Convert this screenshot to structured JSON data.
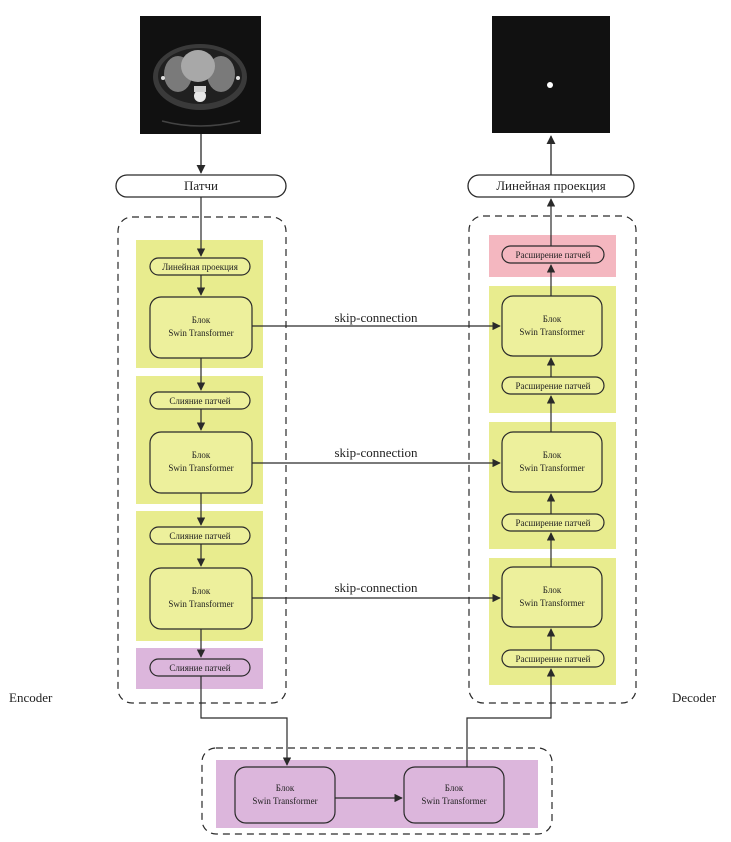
{
  "colors": {
    "stage_yellow": "#e8ec8e",
    "stage_purple": "#dcb6dc",
    "stage_pink": "#f4b7c0",
    "node_fill_yellow": "#edf09c",
    "node_fill_purple": "#dcb6dc",
    "node_fill_pink": "#f4b7c0",
    "stroke": "#2a2a2a",
    "image_bg": "#111111"
  },
  "images": {
    "input_ct": "ct-scan-image",
    "output_mask": "segmentation-mask-image"
  },
  "top": {
    "patches": "Патчи",
    "linear_projection": "Линейная проекция"
  },
  "encoder": {
    "label": "Encoder",
    "linear_projection": "Линейная проекция",
    "block_line1": "Блок",
    "block_line2": "Swin Transformer",
    "merge": "Слияние патчей"
  },
  "decoder": {
    "label": "Decoder",
    "expand": "Расширение патчей",
    "block_line1": "Блок",
    "block_line2": "Swin Transformer"
  },
  "bottleneck": {
    "block_line1": "Блок",
    "block_line2": "Swin Transformer"
  },
  "skip_label": "skip-connection"
}
